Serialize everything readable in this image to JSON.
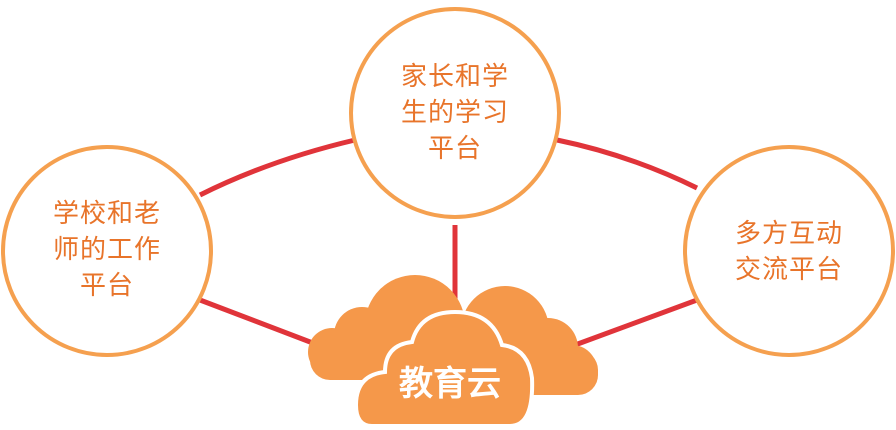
{
  "nodes": {
    "top": {
      "line1": "家长和学",
      "line2": "生的学习",
      "line3": "平台"
    },
    "left": {
      "line1": "学校和老",
      "line2": "师的工作",
      "line3": "平台"
    },
    "right": {
      "line1": "多方互动",
      "line2": "交流平台"
    }
  },
  "center": {
    "label": "教育云"
  },
  "colors": {
    "link": "#e0343a",
    "circle_stroke": "#f5a04f",
    "text": "#e8742a",
    "cloud": "#f5984a"
  }
}
